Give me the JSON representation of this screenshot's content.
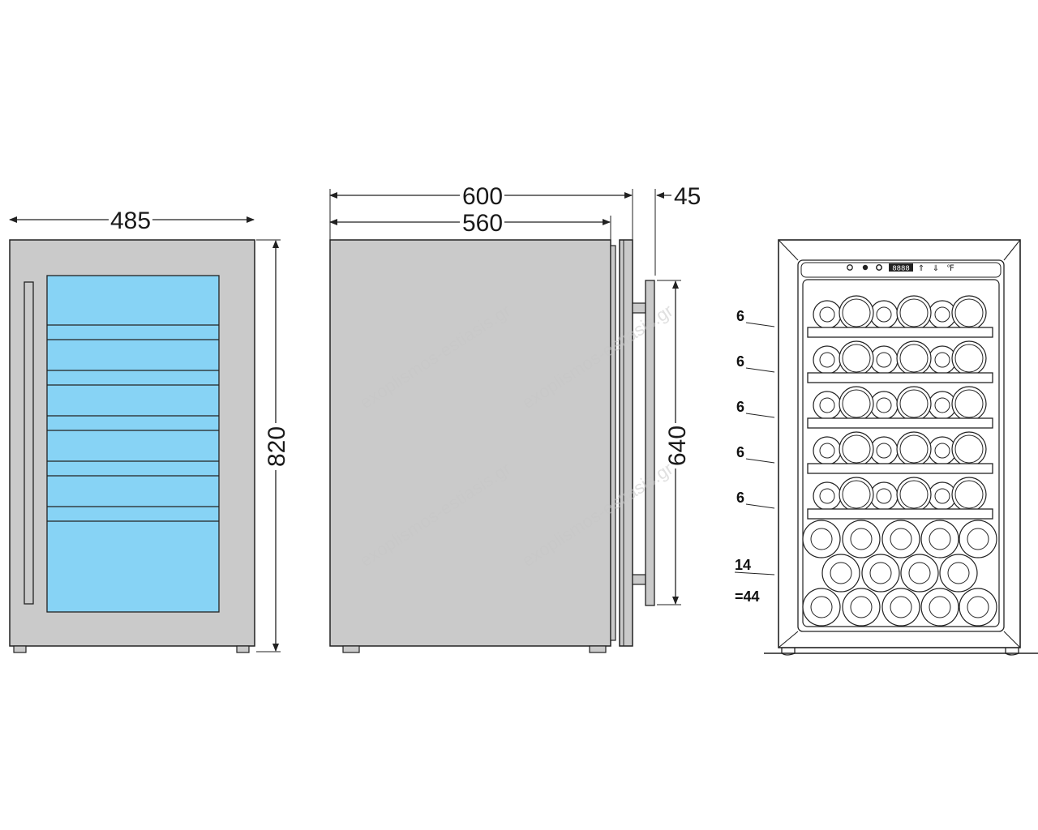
{
  "dimensions": {
    "width": "485",
    "height": "820",
    "depth_total": "600",
    "depth_body": "560",
    "door_thickness": "45",
    "handle_length": "640"
  },
  "capacity": {
    "shelves": [
      "6",
      "6",
      "6",
      "6",
      "6"
    ],
    "bottom": "14",
    "total": "=44"
  },
  "watermark": "exoplismos-estiasis.gr",
  "colors": {
    "glass": "#87d3f5",
    "body": "#cacaca",
    "line": "#222222"
  }
}
